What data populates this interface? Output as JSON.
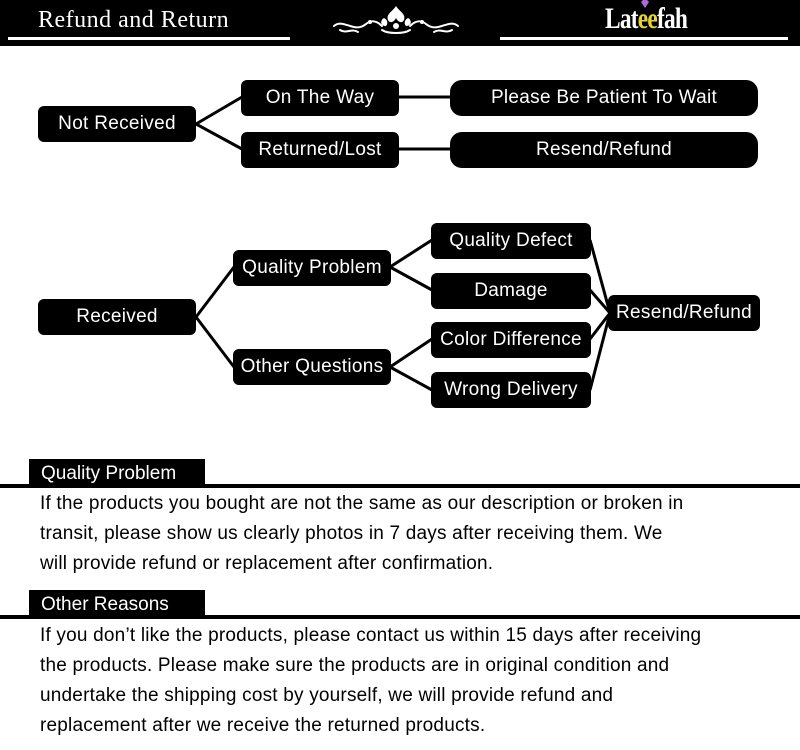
{
  "header": {
    "title": "Refund and Return",
    "brand_plain": "Lat",
    "brand_accent": "ee",
    "brand_tail": "fah",
    "ornament_icon": "floral-ornament-icon"
  },
  "diagram": {
    "not_received": {
      "root": "Not Received",
      "branches": [
        {
          "label": "On The Way",
          "result": "Please Be Patient To Wait"
        },
        {
          "label": "Returned/Lost",
          "result": "Resend/Refund"
        }
      ]
    },
    "received": {
      "root": "Received",
      "groups": [
        {
          "label": "Quality Problem",
          "items": [
            "Quality Defect",
            "Damage"
          ]
        },
        {
          "label": "Other Questions",
          "items": [
            "Color Difference",
            "Wrong Delivery"
          ]
        }
      ],
      "result": "Resend/Refund"
    }
  },
  "sections": [
    {
      "heading": "Quality Problem",
      "lines": [
        "If the products you bought are not the same as our description or broken in",
        "transit, please show us clearly photos in 7 days after receiving them. We",
        "will provide refund or replacement after confirmation."
      ]
    },
    {
      "heading": "Other Reasons",
      "lines": [
        "If you don’t like the products, please contact us within 15 days after receiving",
        "the products. Please make sure the products are in original condition and",
        "undertake the shipping cost by yourself, we will provide refund and",
        "replacement after we receive the returned products."
      ]
    }
  ],
  "colors": {
    "ink": "#000000",
    "paper": "#ffffff",
    "brand_accent": "#e9d436"
  }
}
